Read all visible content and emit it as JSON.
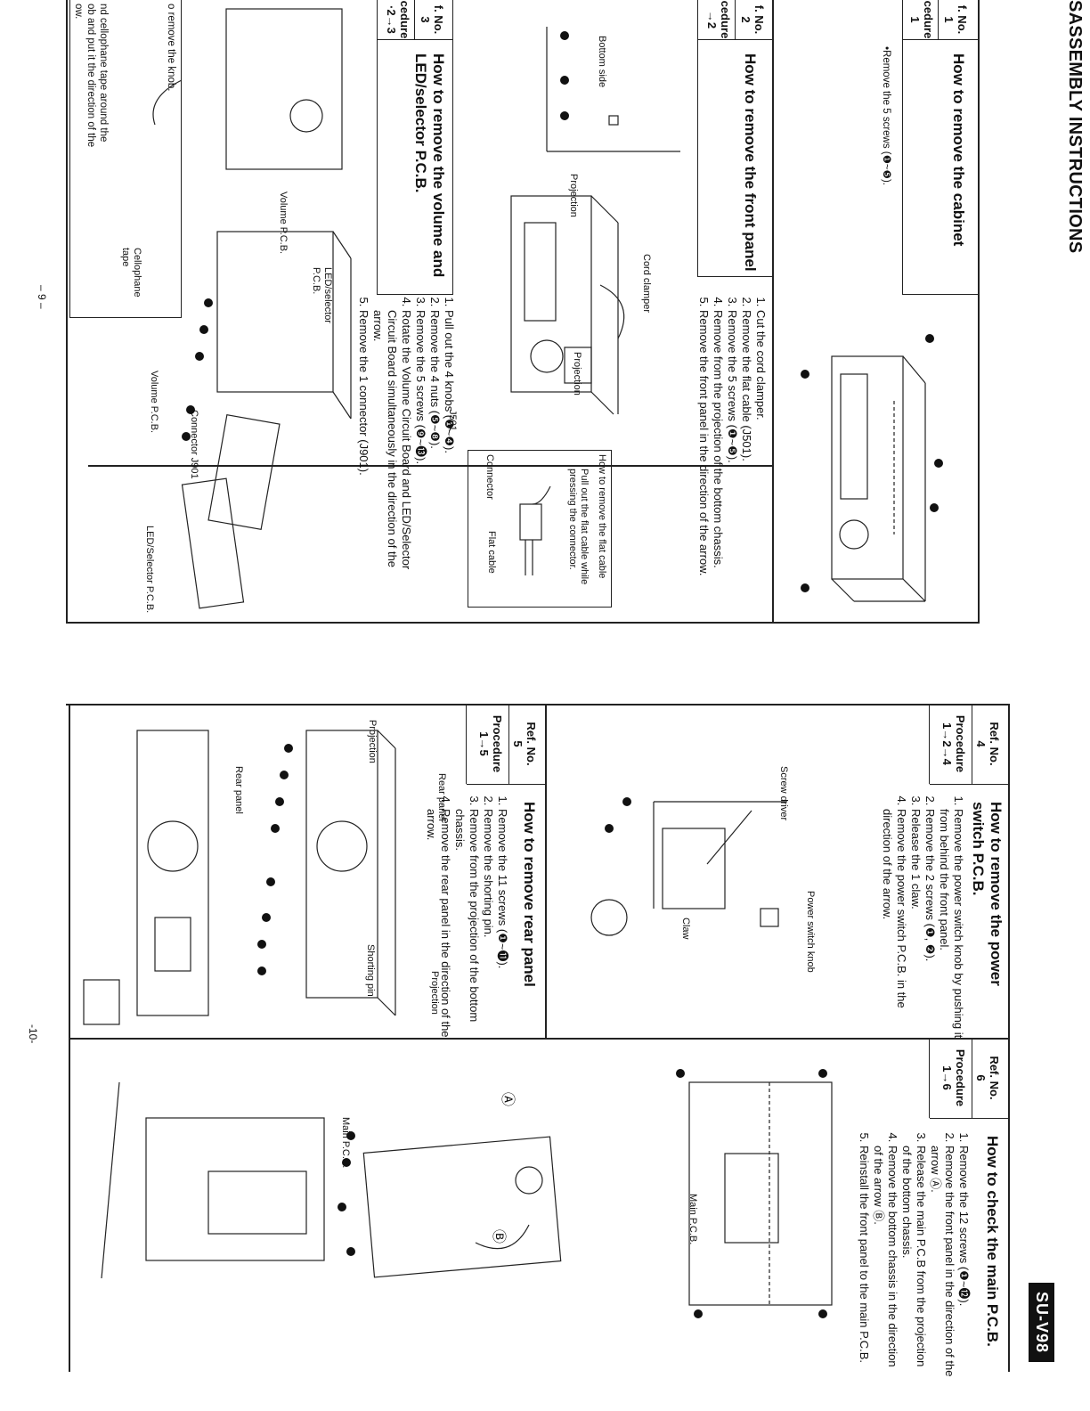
{
  "header": {
    "title": "SASSEMBLY INSTRUCTIONS",
    "model_badge": "SU-V98"
  },
  "sections": {
    "cabinet": {
      "ref_label": "f. No.",
      "ref_value": "1",
      "proc_label": "cedure",
      "proc_value": "1",
      "title": "How to remove the cabinet",
      "steps": [
        "•Remove the 5 screws (❶~❺)."
      ]
    },
    "front_panel": {
      "ref_label": "f. No.",
      "ref_value": "2",
      "proc_label": "cedure",
      "proc_value": "→2",
      "title": "How to remove the front panel",
      "steps": [
        "Cut the cord clamper.",
        "Remove the flat cable (J501).",
        "Remove the 5 screws (❶~❺).",
        "Remove from the projection of the bottom chassis.",
        "Remove the front panel in the direction of the arrow."
      ],
      "labels": {
        "bottom_side": "Bottom side",
        "projection_a": "Projection",
        "projection_b": "Projection",
        "cord_clamper": "Cord clamper",
        "j501": "J501"
      },
      "flat_cable_box": {
        "title": "How to remove the flat cable",
        "text": "Pull out the flat cable while pressing the connector.",
        "connector": "Connector",
        "flat_cable": "Flat cable"
      }
    },
    "volume": {
      "ref_label": "f. No.",
      "ref_value": "3",
      "proc_label": "cedure",
      "proc_value": "·2→3",
      "title": "How to remove the volume and LED/selector P.C.B.",
      "steps": [
        "Pull out the 4 knobs (❶~❹).",
        "Remove the 4 nuts (❺~❽).",
        "Remove the 5 screws (❾~⓭).",
        "Rotate the Volume Circuit Board and LED/Selector Circuit Board simultaneously in the direction of the arrow.",
        "Remove the 1 connector (J901)."
      ],
      "labels": {
        "volume_pcb": "Volume P.C.B.",
        "led_selector_pcb": "LED/selector P.C.B.",
        "connector_j901": "Connector J901",
        "volume_pcb_2": "Volume P.C.B.",
        "led_selector_pcb_2": "LED/Selector P.C.B.",
        "cellophane_tape": "Cellophane tape"
      },
      "knob_note": {
        "line1": "o remove the knob.",
        "line2": "nd cellophane tape around the",
        "line3": "ob and put it the direction of the",
        "line4": "ow."
      }
    },
    "power_switch": {
      "ref_label": "Ref. No.",
      "ref_value": "4",
      "proc_label": "Procedure",
      "proc_value": "1→2→4",
      "title": "How to remove the power switch P.C.B.",
      "steps": [
        "Remove the power switch knob by pushing it from behind the front panel.",
        "Remove the 2 screws (❶, ❷).",
        "Release the 1 claw.",
        "Remove the power switch P.C.B. in the direction of the arrow."
      ],
      "labels": {
        "screw_driver": "Screw driver",
        "power_switch_knob": "Power switch knob",
        "claw": "Claw"
      }
    },
    "rear_panel": {
      "ref_label": "Ref. No.",
      "ref_value": "5",
      "proc_label": "Procedure",
      "proc_value": "1→5",
      "title": "How to remove rear panel",
      "steps": [
        "Remove the 11 screws (❶~⓫).",
        "Remove the shorting pin.",
        "Remove from the projection of the bottom chassis.",
        "Remove the rear panel in the direction of the arrow."
      ],
      "labels": {
        "projection_a": "Projection",
        "rear_panel_a": "Rear panel",
        "shorting_pin": "Shorting pin",
        "projection_b": "Projection",
        "rear_panel_b": "Rear panel"
      }
    },
    "main_pcb": {
      "ref_label": "Ref. No.",
      "ref_value": "6",
      "proc_label": "Procedure",
      "proc_value": "1→6",
      "title": "How to check the main P.C.B.",
      "steps": [
        "Remove the 12 screws (❶~⓬).",
        "Remove the front panel in the direction of the arrow Ⓐ.",
        "Release the main P.C.B from the projection of the bottom chassis.",
        "Remove the bottom chassis in the direction of the arrow Ⓑ.",
        "Reinstall the front panel to the main P.C.B."
      ],
      "labels": {
        "main_pcb_a": "Main P.C.B.",
        "main_pcb_b": "Main P.C.B.",
        "arrow_a": "Ⓐ",
        "arrow_b": "Ⓑ"
      }
    }
  },
  "pages": {
    "left": "– 9 –",
    "right": "-10-"
  }
}
